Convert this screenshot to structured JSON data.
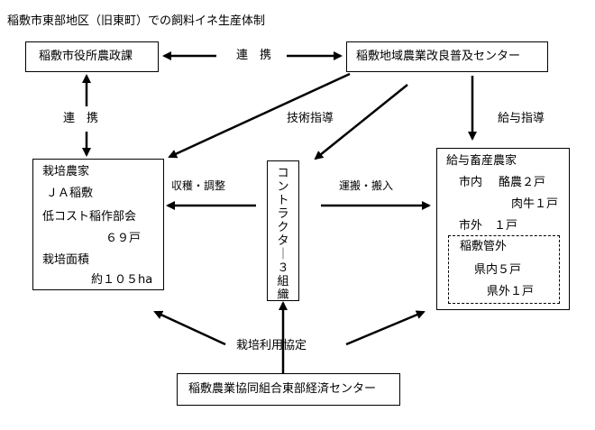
{
  "title": "稲敷市東部地区（旧東町）での飼料イネ生産体制",
  "boxes": {
    "city_office": "稲敷市役所農政課",
    "extension_center": "稲敷地域農業改良普及センター",
    "cultivating_farmers": {
      "heading": "栽培農家",
      "org": "ＪＡ稲敷",
      "group": "低コスト稲作部会",
      "households": "６９戸",
      "area_label": "栽培面積",
      "area_value": "約１０５ha"
    },
    "contractor": "コントラクター３組織",
    "livestock_farmers": {
      "heading": "給与畜産農家",
      "in_city_label": "市内",
      "dairy": "酪農２戸",
      "beef": "肉牛１戸",
      "out_city": "市外　１戸",
      "inashiki_out": {
        "heading": "稲敷管外",
        "in_pref": "県内５戸",
        "out_pref": "県外１戸"
      }
    },
    "ja_center": "稲敷農業協同組合東部経済センター"
  },
  "labels": {
    "cooperation_top": "連　携",
    "cooperation_left": "連　携",
    "technical_guidance": "技術指導",
    "feeding_guidance": "給与指導",
    "harvest_prep": "収穫・調整",
    "transport": "運搬・搬入",
    "cultivation_agreement": "栽培利用協定"
  }
}
